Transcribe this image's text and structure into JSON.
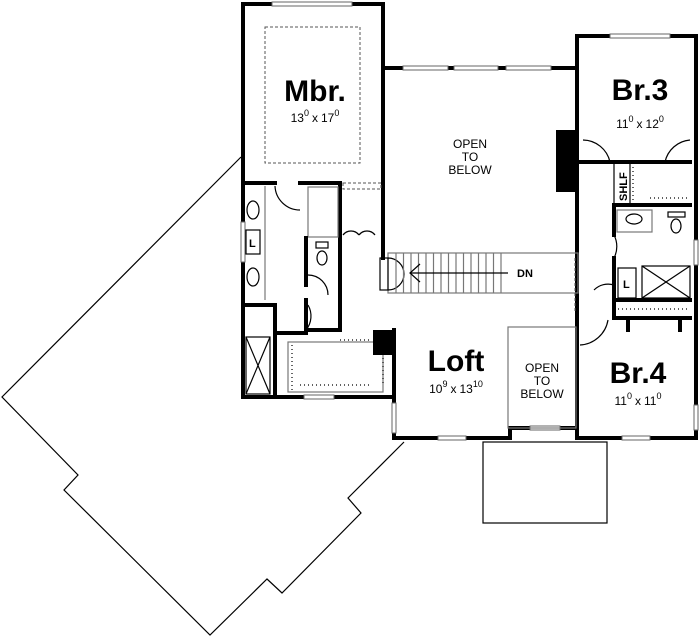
{
  "plan": {
    "rooms": [
      {
        "name": "Mbr.",
        "dim": {
          "w_ft": "13",
          "w_in": "0",
          "x": "x",
          "d_ft": "17",
          "d_in": "0"
        }
      },
      {
        "name": "Br.3",
        "dim": {
          "w_ft": "11",
          "w_in": "0",
          "x": "x",
          "d_ft": "12",
          "d_in": "0"
        }
      },
      {
        "name": "Br.4",
        "dim": {
          "w_ft": "11",
          "w_in": "0",
          "x": "x",
          "d_ft": "11",
          "d_in": "0"
        }
      },
      {
        "name": "Loft",
        "dim": {
          "w_ft": "10",
          "w_in": "9",
          "x": "x",
          "d_ft": "13",
          "d_in": "10"
        }
      }
    ],
    "open_to_below": [
      "OPEN",
      "TO",
      "BELOW"
    ],
    "stair_label": "DN",
    "shelf_label": "SHLF",
    "linen_label": "L"
  }
}
